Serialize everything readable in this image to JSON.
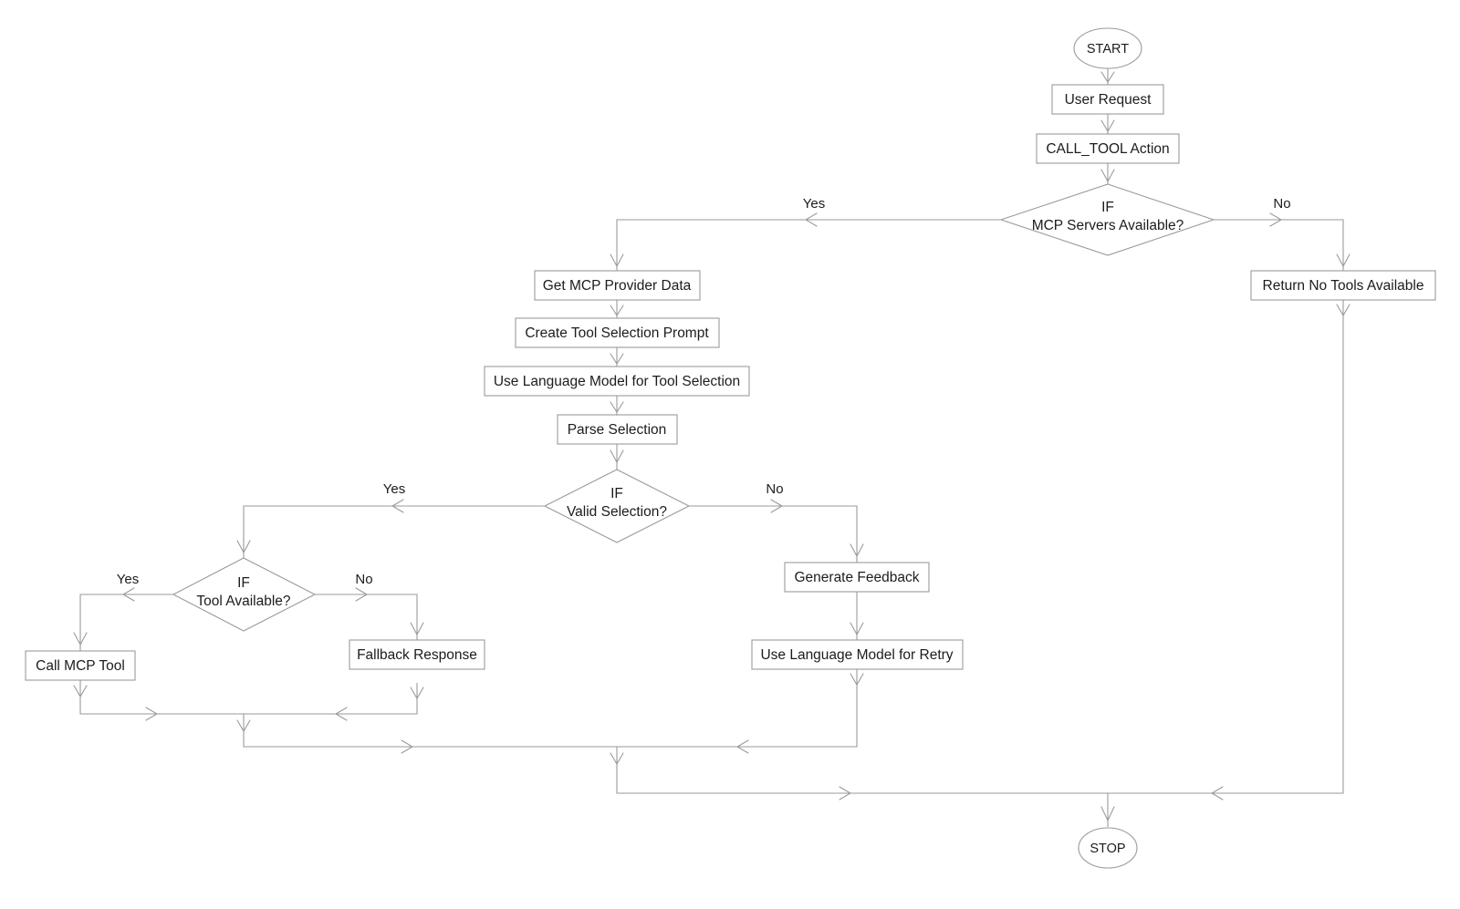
{
  "diagram": {
    "type": "flowchart",
    "orientation": "top-down",
    "background_color": "#ffffff",
    "line_color": "#9a9a9a",
    "text_color": "#1c1c1c",
    "nodes": {
      "start": {
        "label": "START",
        "shape": "ellipse"
      },
      "user_request": {
        "label": "User Request",
        "shape": "rectangle"
      },
      "call_tool_action": {
        "label": "CALL_TOOL Action",
        "shape": "rectangle"
      },
      "if_mcp_servers": {
        "label_line1": "IF",
        "label_line2": "MCP Servers Available?",
        "shape": "diamond"
      },
      "return_no_tools": {
        "label": "Return No Tools Available",
        "shape": "rectangle"
      },
      "get_mcp_provider_data": {
        "label": "Get MCP Provider Data",
        "shape": "rectangle"
      },
      "create_tool_selection_prompt": {
        "label": "Create Tool Selection Prompt",
        "shape": "rectangle"
      },
      "use_lm_tool_selection": {
        "label": "Use Language Model for Tool Selection",
        "shape": "rectangle"
      },
      "parse_selection": {
        "label": "Parse Selection",
        "shape": "rectangle"
      },
      "if_valid_selection": {
        "label_line1": "IF",
        "label_line2": "Valid Selection?",
        "shape": "diamond"
      },
      "if_tool_available": {
        "label_line1": "IF",
        "label_line2": "Tool Available?",
        "shape": "diamond"
      },
      "call_mcp_tool": {
        "label": "Call MCP Tool",
        "shape": "rectangle"
      },
      "fallback_response": {
        "label": "Fallback Response",
        "shape": "rectangle"
      },
      "generate_feedback": {
        "label": "Generate Feedback",
        "shape": "rectangle"
      },
      "use_lm_retry": {
        "label": "Use Language Model for Retry",
        "shape": "rectangle"
      },
      "stop": {
        "label": "STOP",
        "shape": "ellipse"
      }
    },
    "edge_labels": {
      "mcp_yes": "Yes",
      "mcp_no": "No",
      "valid_yes": "Yes",
      "valid_no": "No",
      "tool_yes": "Yes",
      "tool_no": "No"
    },
    "edges": [
      {
        "from": "start",
        "to": "user_request",
        "label": ""
      },
      {
        "from": "user_request",
        "to": "call_tool_action",
        "label": ""
      },
      {
        "from": "call_tool_action",
        "to": "if_mcp_servers",
        "label": ""
      },
      {
        "from": "if_mcp_servers",
        "to": "get_mcp_provider_data",
        "label": "Yes"
      },
      {
        "from": "if_mcp_servers",
        "to": "return_no_tools",
        "label": "No"
      },
      {
        "from": "get_mcp_provider_data",
        "to": "create_tool_selection_prompt",
        "label": ""
      },
      {
        "from": "create_tool_selection_prompt",
        "to": "use_lm_tool_selection",
        "label": ""
      },
      {
        "from": "use_lm_tool_selection",
        "to": "parse_selection",
        "label": ""
      },
      {
        "from": "parse_selection",
        "to": "if_valid_selection",
        "label": ""
      },
      {
        "from": "if_valid_selection",
        "to": "if_tool_available",
        "label": "Yes"
      },
      {
        "from": "if_valid_selection",
        "to": "generate_feedback",
        "label": "No"
      },
      {
        "from": "if_tool_available",
        "to": "call_mcp_tool",
        "label": "Yes"
      },
      {
        "from": "if_tool_available",
        "to": "fallback_response",
        "label": "No"
      },
      {
        "from": "call_mcp_tool",
        "to": "stop",
        "label": ""
      },
      {
        "from": "fallback_response",
        "to": "stop",
        "label": ""
      },
      {
        "from": "generate_feedback",
        "to": "use_lm_retry",
        "label": ""
      },
      {
        "from": "use_lm_retry",
        "to": "stop",
        "label": ""
      },
      {
        "from": "return_no_tools",
        "to": "stop",
        "label": ""
      }
    ]
  }
}
